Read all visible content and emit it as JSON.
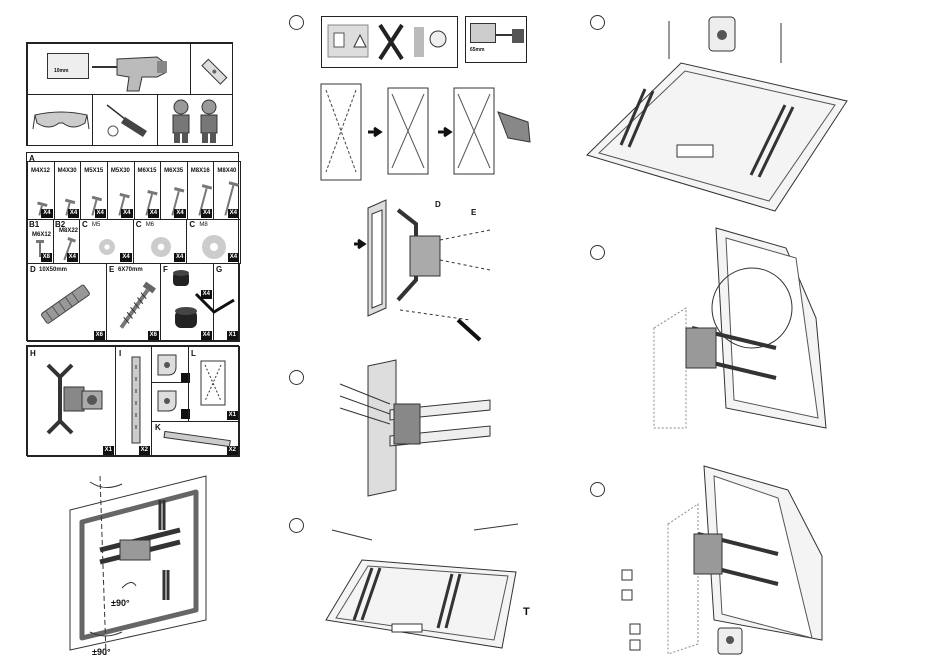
{
  "tools": {
    "drill_measure": "10mm",
    "drill_depth": "65mm"
  },
  "hardware": {
    "section_a": "A",
    "a_items": [
      {
        "size": "M4X12",
        "qty": "X4"
      },
      {
        "size": "M4X30",
        "qty": "X4"
      },
      {
        "size": "M5X15",
        "qty": "X4"
      },
      {
        "size": "M5X30",
        "qty": "X4"
      },
      {
        "size": "M6X15",
        "qty": "X4"
      },
      {
        "size": "M6X35",
        "qty": "X4"
      },
      {
        "size": "M8X16",
        "qty": "X4"
      },
      {
        "size": "M8X40",
        "qty": "X4"
      }
    ],
    "b1": {
      "letter": "B1",
      "size": "M6X12",
      "qty": "X8"
    },
    "b2": {
      "letter": "B2",
      "size": "M8X22",
      "qty": "X4"
    },
    "c_items": [
      {
        "letter": "C",
        "size": "M5",
        "qty": "X4"
      },
      {
        "letter": "C",
        "size": "M6",
        "qty": "X4"
      },
      {
        "letter": "C",
        "size": "M8",
        "qty": "X4"
      }
    ],
    "d": {
      "letter": "D",
      "size": "10X50mm",
      "qty": "X6"
    },
    "e": {
      "letter": "E",
      "size": "6X70mm",
      "qty": "X6"
    },
    "f": {
      "letter": "F",
      "qty_top": "X4",
      "qty_bottom": "X4"
    },
    "g": {
      "letter": "G",
      "qty": "X1"
    },
    "h": {
      "letter": "H",
      "qty": "X1"
    },
    "i": {
      "letter": "I",
      "qty": "X2"
    },
    "l": {
      "letter": "L",
      "qty": "X1"
    },
    "k": {
      "letter": "K",
      "qty": "X2"
    }
  },
  "rotation": {
    "label_mid": "±90°",
    "label_bottom": "±90°"
  },
  "steps": {
    "callout_d": "D",
    "callout_e": "E",
    "callout_t": "T"
  }
}
